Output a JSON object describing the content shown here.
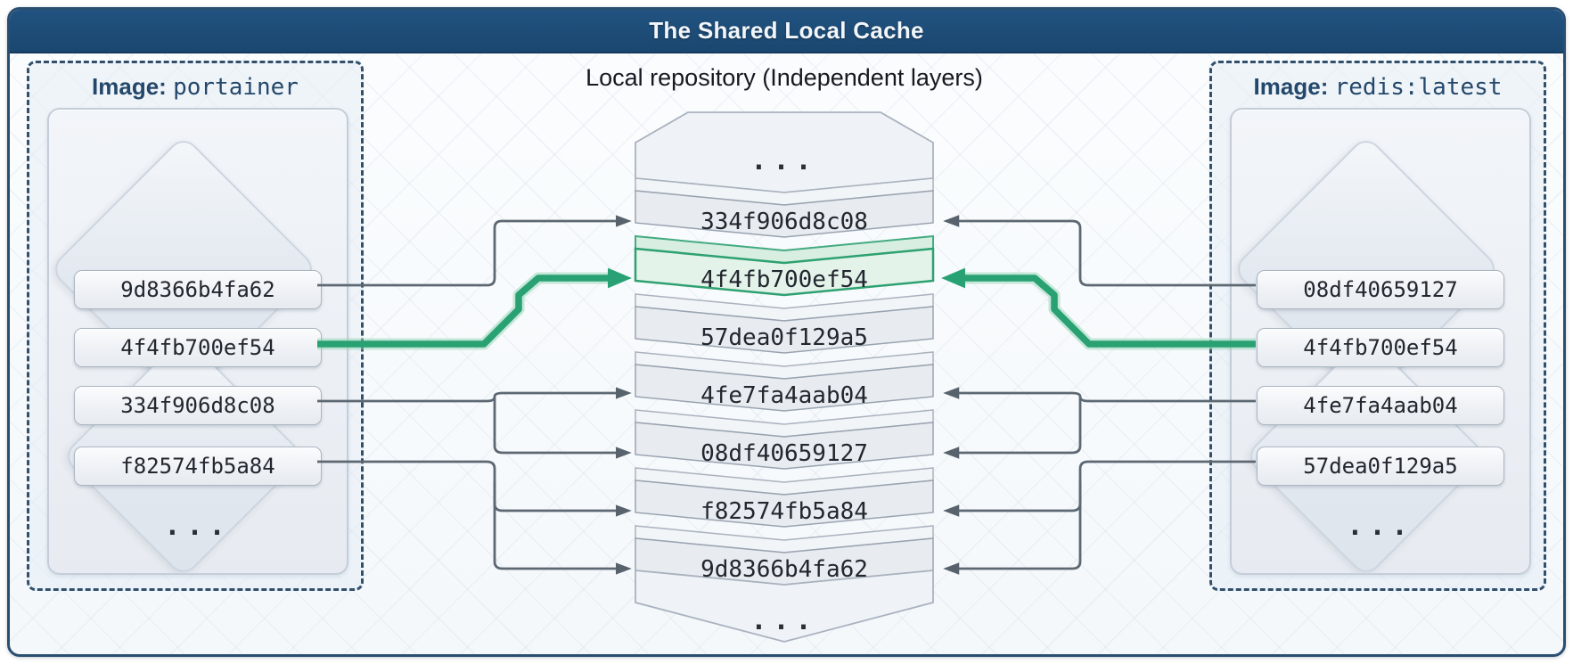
{
  "title_bar": {
    "title": "The Shared Local Cache"
  },
  "header": {
    "repository_label": "Local repository (Independent layers)"
  },
  "colors": {
    "title_bar_bg": "#1c4a74",
    "navy_text": "#24486b",
    "dashed_border": "#32506c",
    "accent_green": "#29a173",
    "highlight_fill": "#e3f3ea",
    "connector_gray": "#5d6873"
  },
  "left_box": {
    "label_prefix": "Image:",
    "image_name": "portainer",
    "layers": [
      "9d8366b4fa62",
      "4f4fb700ef54",
      "334f906d8c08",
      "f82574fb5a84"
    ],
    "ellipsis": "...",
    "highlighted_layer": "4f4fb700ef54"
  },
  "right_box": {
    "label_prefix": "Image:",
    "image_name": "redis:latest",
    "layers": [
      "08df40659127",
      "4f4fb700ef54",
      "4fe7fa4aab04",
      "57dea0f129a5"
    ],
    "ellipsis": "...",
    "highlighted_layer": "4f4fb700ef54"
  },
  "repository": {
    "rows": [
      "...",
      "334f906d8c08",
      "4f4fb700ef54",
      "57dea0f129a5",
      "4fe7fa4aab04",
      "08df40659127",
      "f82574fb5a84",
      "9d8366b4fa62",
      "..."
    ],
    "highlighted_row": "4f4fb700ef54"
  }
}
